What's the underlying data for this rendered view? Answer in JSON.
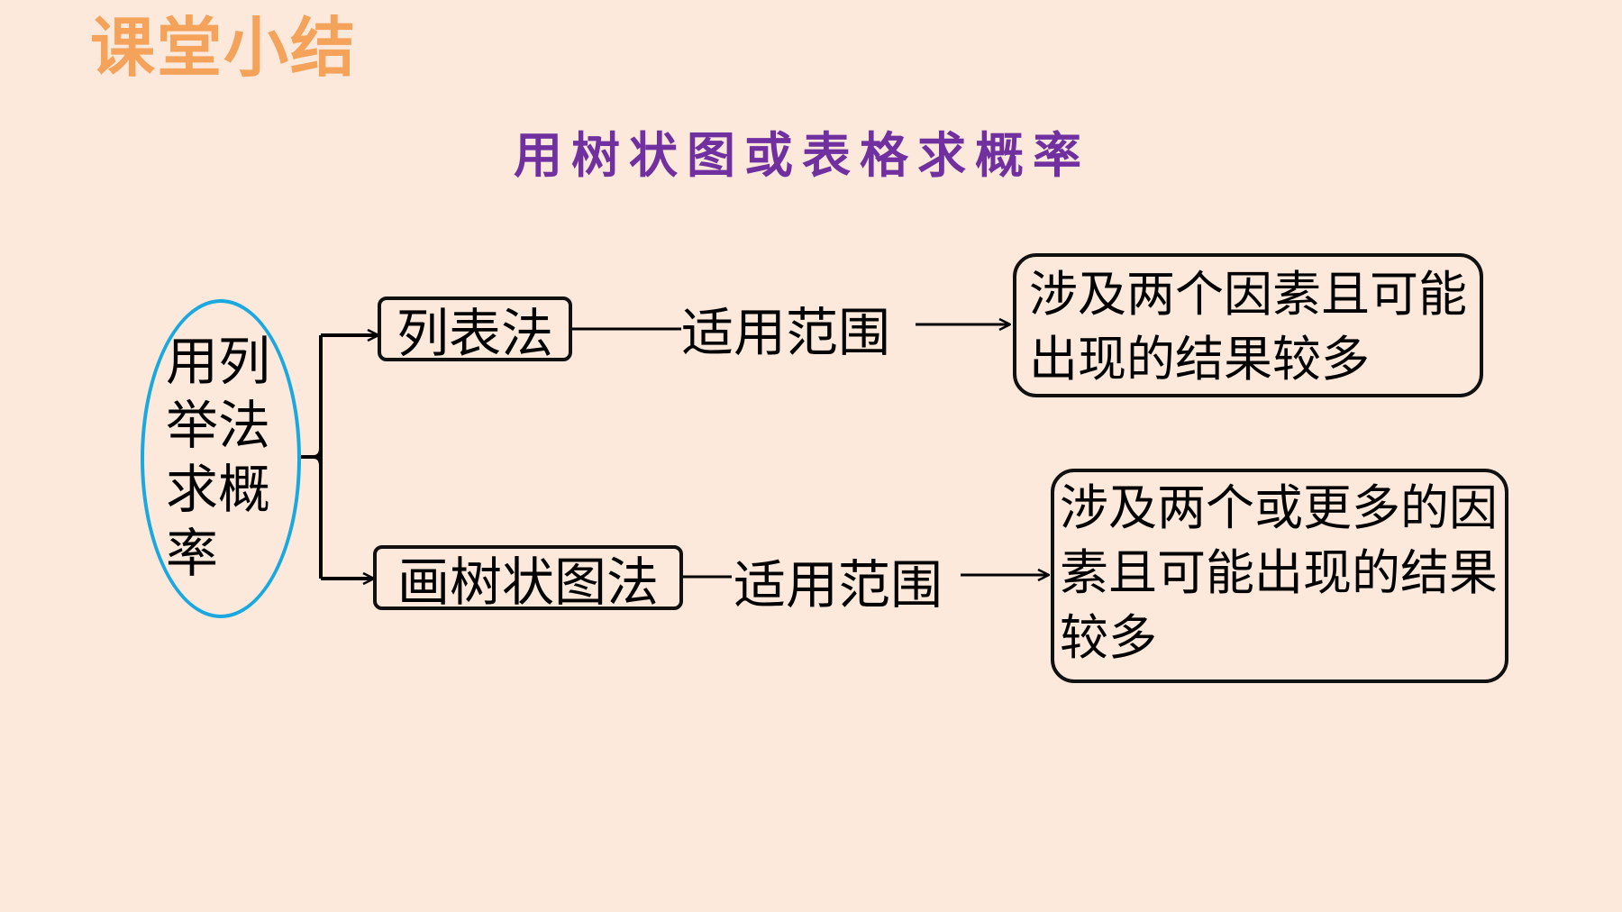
{
  "header": {
    "section_title": "课堂小结",
    "main_title": "用树状图或表格求概率"
  },
  "diagram": {
    "root": "用列举法求概率",
    "branches": [
      {
        "method": "列表法",
        "link": "适用范围",
        "result": "涉及两个因素且可能出现的结果较多"
      },
      {
        "method": "画树状图法",
        "link": "适用范围",
        "result": "涉及两个或更多的因素且可能出现的结果较多"
      }
    ]
  },
  "colors": {
    "background": "#fde9dc",
    "section_title": "#f5a25b",
    "main_title": "#7030a0",
    "ellipse_border": "#1aa8e0",
    "lines": "#000000"
  }
}
